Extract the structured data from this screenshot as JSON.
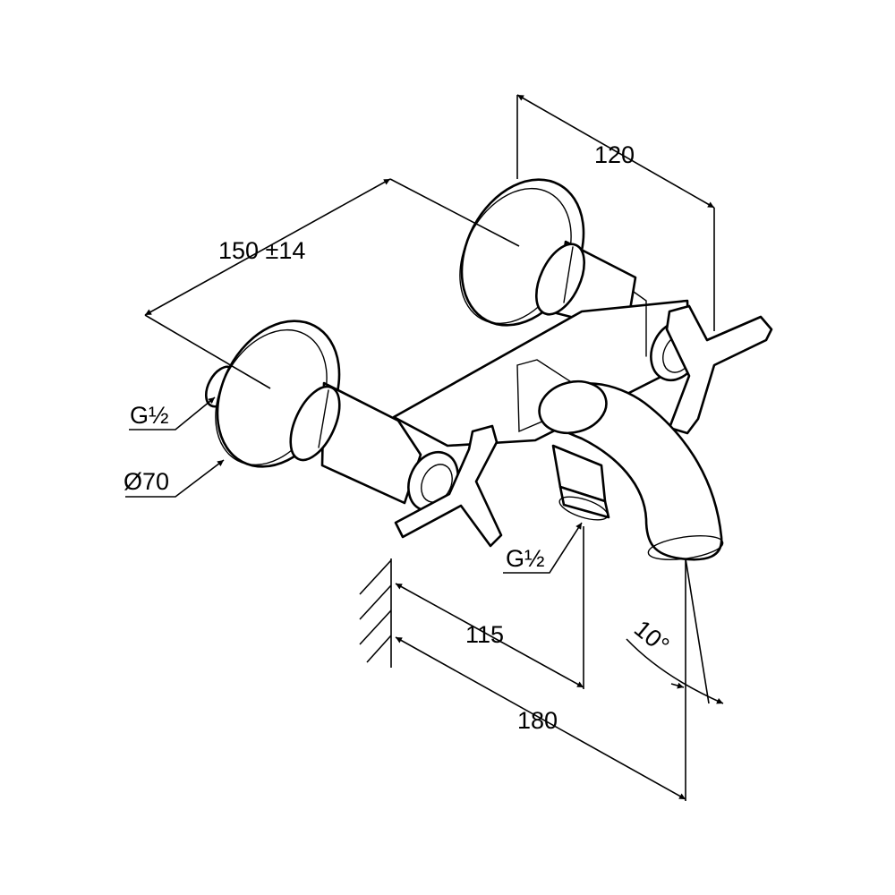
{
  "colors": {
    "line": "#000000",
    "background": "#ffffff"
  },
  "dimensions": {
    "width_120": "120",
    "centers_150": "150 ±14",
    "thread_inlet": "G½",
    "rosette_diameter": "Ø70",
    "thread_outlet": "G½",
    "projection_115": "115",
    "projection_180": "180",
    "spout_angle": "10°"
  }
}
